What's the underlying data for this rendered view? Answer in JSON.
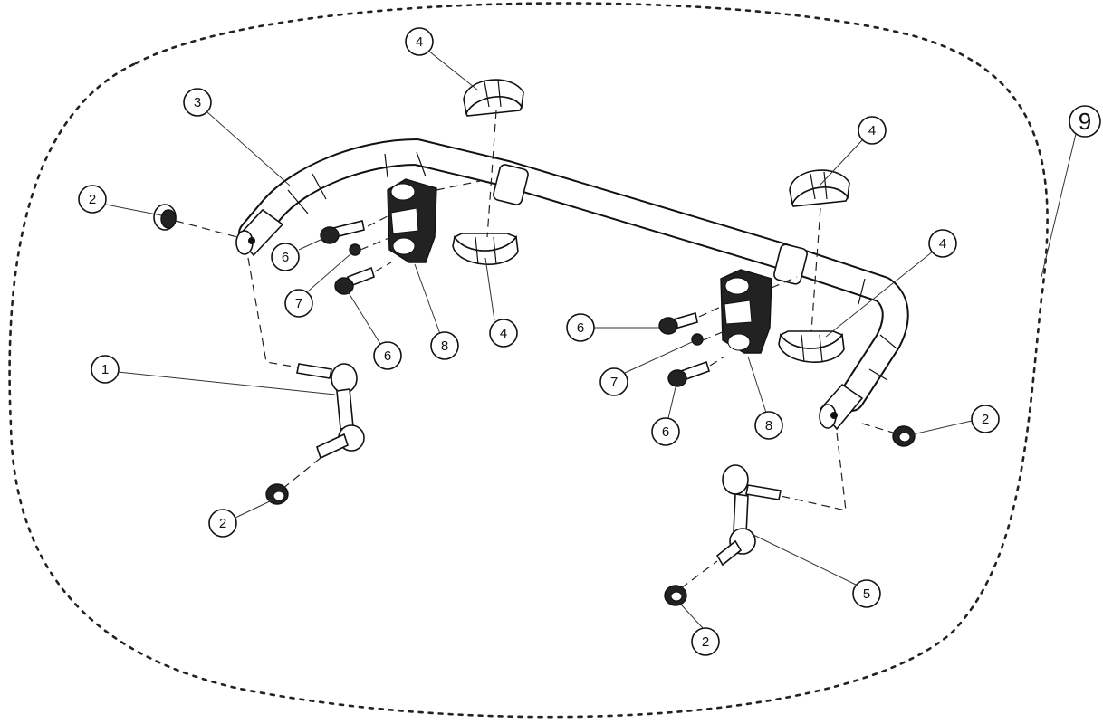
{
  "diagram": {
    "callouts": [
      {
        "id": "c1",
        "label": "1"
      },
      {
        "id": "c2a",
        "label": "2"
      },
      {
        "id": "c2b",
        "label": "2"
      },
      {
        "id": "c2c",
        "label": "2"
      },
      {
        "id": "c2d",
        "label": "2"
      },
      {
        "id": "c3",
        "label": "3"
      },
      {
        "id": "c4a",
        "label": "4"
      },
      {
        "id": "c4b",
        "label": "4"
      },
      {
        "id": "c4c",
        "label": "4"
      },
      {
        "id": "c4d",
        "label": "4"
      },
      {
        "id": "c5",
        "label": "5"
      },
      {
        "id": "c6a",
        "label": "6"
      },
      {
        "id": "c6b",
        "label": "6"
      },
      {
        "id": "c6c",
        "label": "6"
      },
      {
        "id": "c6d",
        "label": "6"
      },
      {
        "id": "c7a",
        "label": "7"
      },
      {
        "id": "c7b",
        "label": "7"
      },
      {
        "id": "c8a",
        "label": "8"
      },
      {
        "id": "c8b",
        "label": "8"
      },
      {
        "id": "c9",
        "label": "9"
      }
    ]
  }
}
